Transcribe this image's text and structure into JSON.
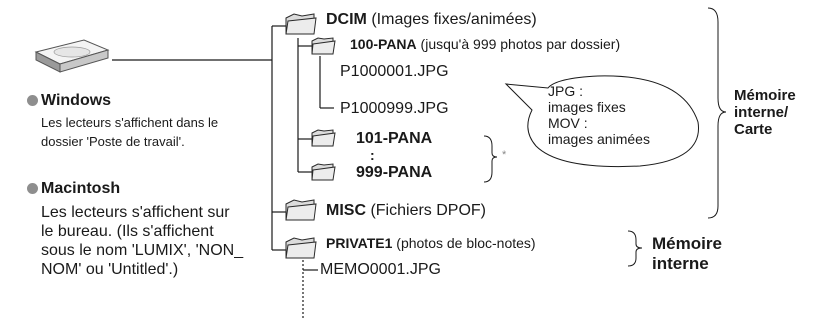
{
  "drive_icon": "hard-drive-icon",
  "folder_icon": "folder-icon",
  "left": {
    "windows": {
      "title": "Windows",
      "body": "Les lecteurs s'affichent dans le dossier 'Poste de travail'."
    },
    "mac": {
      "title": "Macintosh",
      "body": "Les lecteurs s'affichent sur le bureau. (Ils s'affichent sous le nom 'LUMIX', 'NON_ NOM' ou 'Untitled'.)"
    }
  },
  "tree": {
    "dcim": {
      "name": "DCIM",
      "desc": "(Images fixes/animées)"
    },
    "pana100": {
      "name": "100-PANA",
      "desc": "(jusqu'à 999 photos par dossier)"
    },
    "file_first": "P1000001.JPG",
    "file_last": "P1000999.JPG",
    "pana101": "101-PANA",
    "ellipsis": ":",
    "pana999": "999-PANA",
    "asterisk": "*",
    "misc": {
      "name": "MISC",
      "desc": "(Fichiers DPOF)"
    },
    "private": {
      "name": "PRIVATE1",
      "desc": "(photos de bloc-notes)"
    },
    "memo_file": "MEMO0001.JPG"
  },
  "bubble": {
    "lines": [
      "JPG :",
      "images fixes",
      "MOV :",
      "images animées"
    ]
  },
  "memory": {
    "card": [
      "Mémoire",
      "interne/",
      "Carte"
    ],
    "internal": [
      "Mémoire",
      "interne"
    ]
  },
  "colors": {
    "line": "#1a1a1a",
    "dot": "#8e8e8e",
    "folder_fill": "#dcdcdc",
    "folder_stroke": "#2a2a2a"
  }
}
